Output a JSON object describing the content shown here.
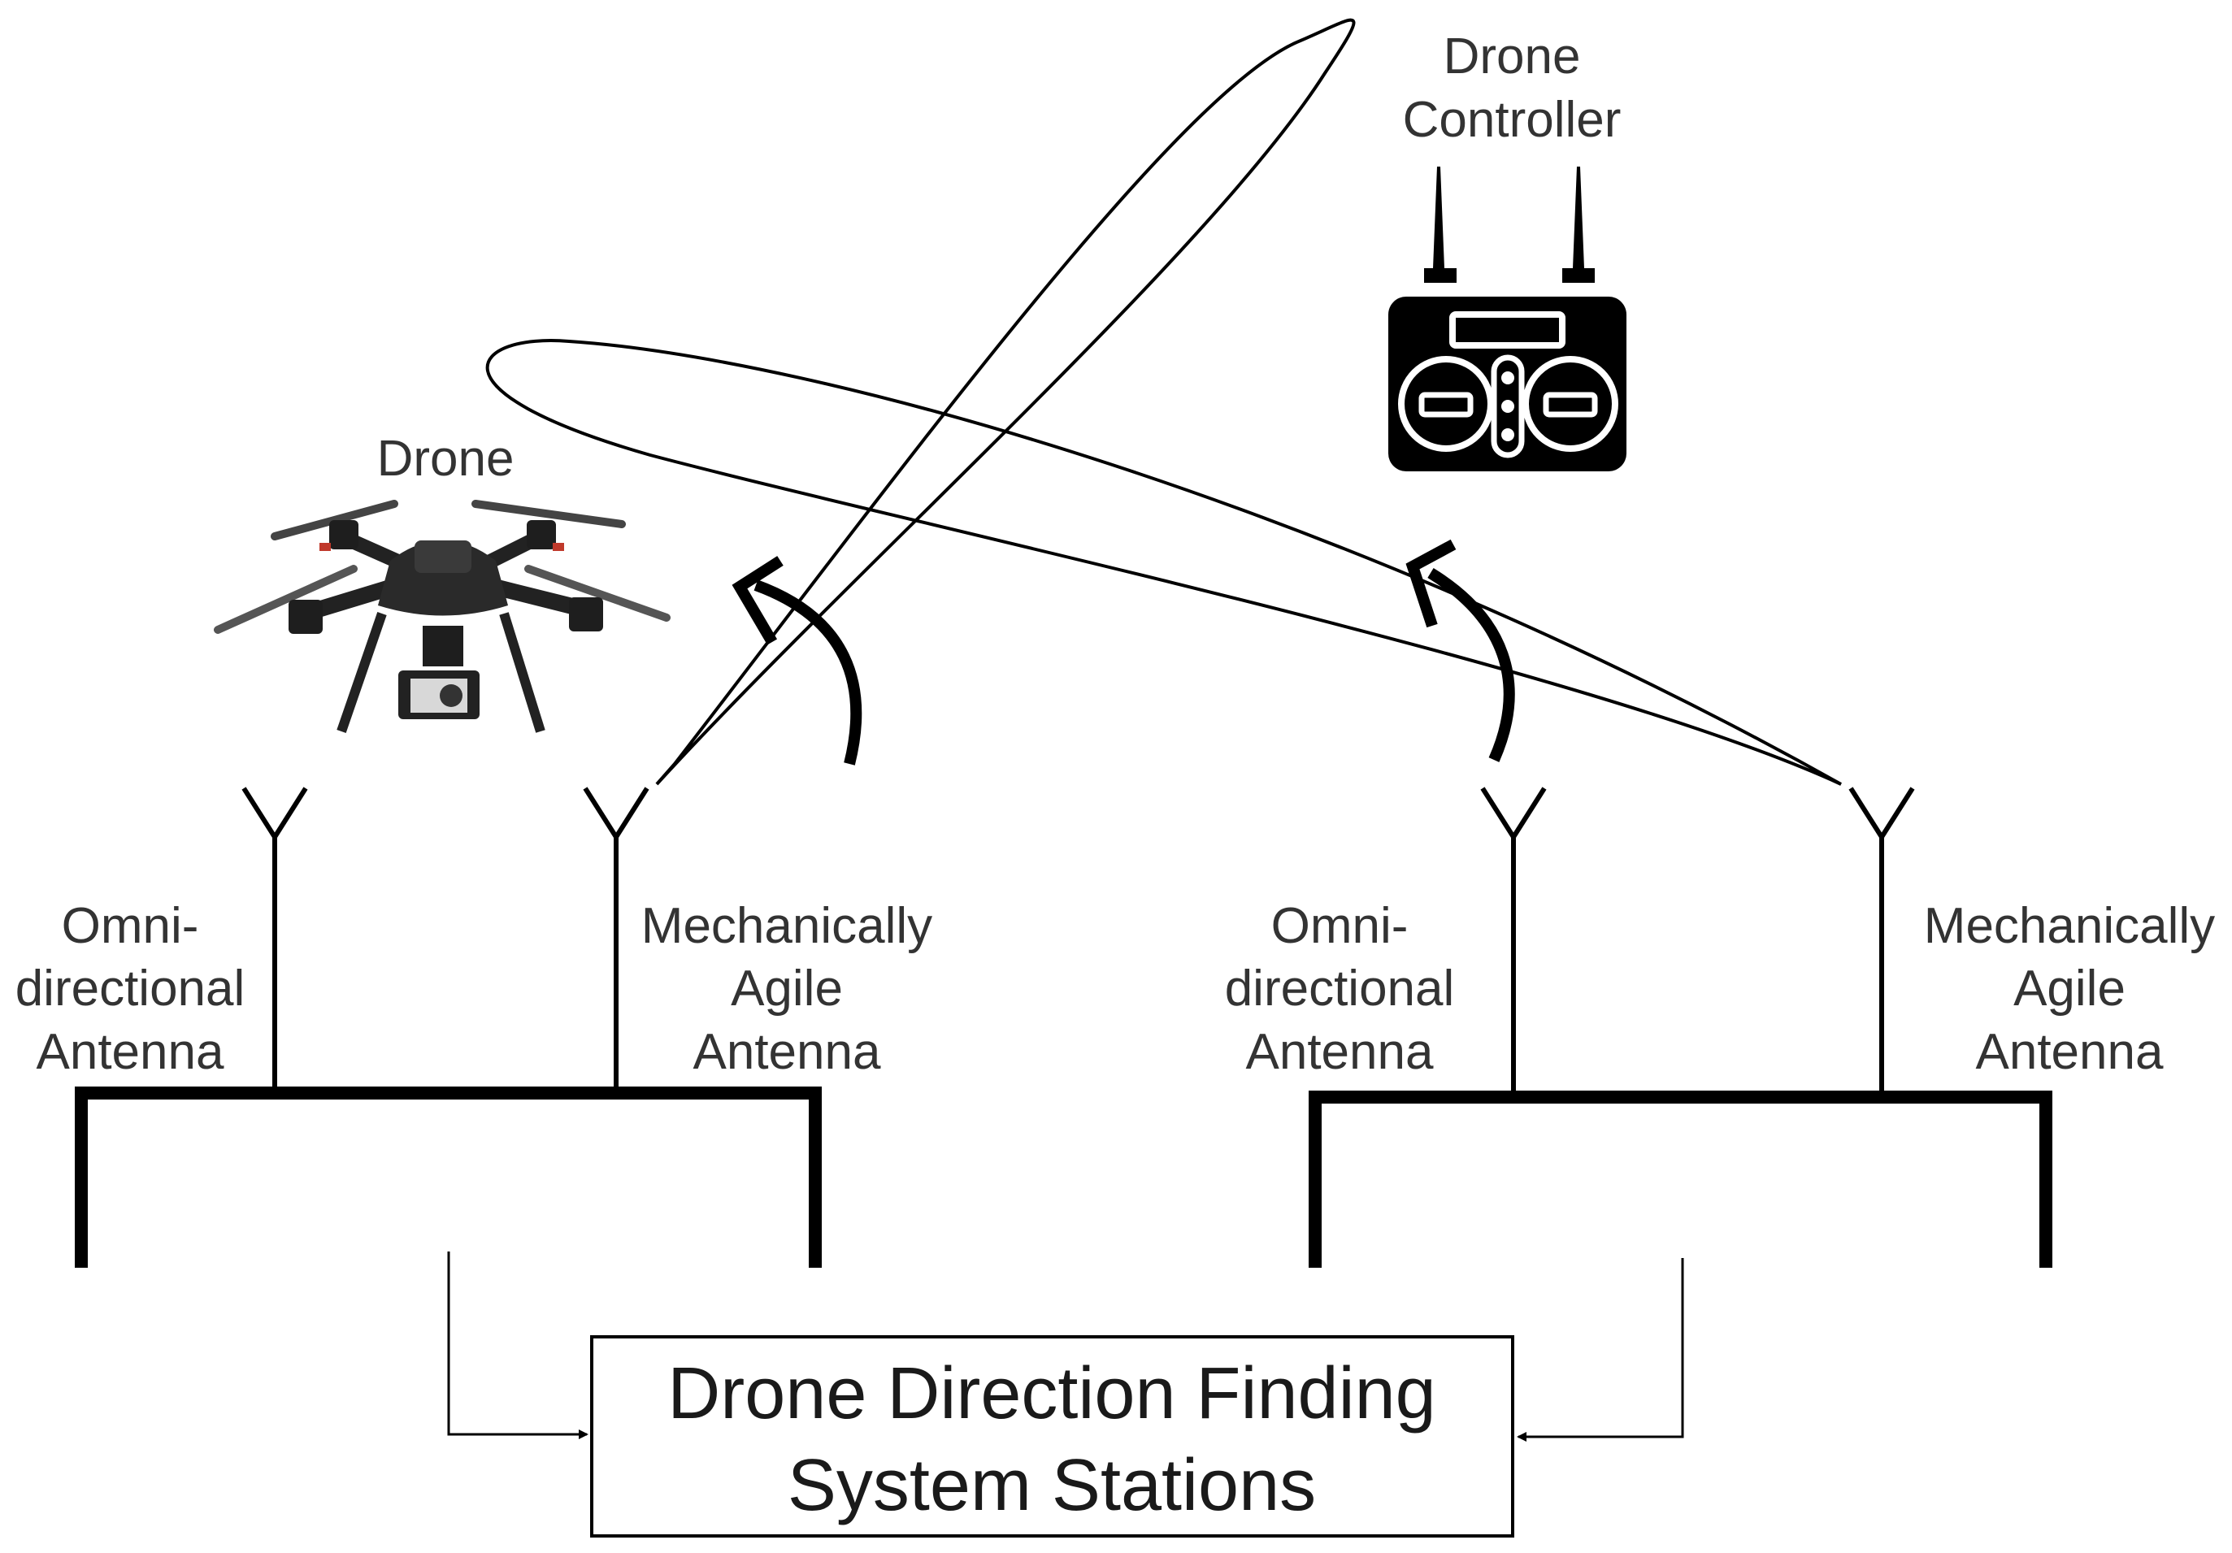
{
  "labels": {
    "drone": "Drone",
    "controller_line1": "Drone",
    "controller_line2": "Controller",
    "left_omni": [
      "Omni-",
      "directional",
      "Antenna"
    ],
    "left_agile": [
      "Mechanically",
      "Agile",
      "Antenna"
    ],
    "right_omni": [
      "Omni-",
      "directional",
      "Antenna"
    ],
    "right_agile": [
      "Mechanically",
      "Agile",
      "Antenna"
    ],
    "system_line1": "Drone Direction Finding",
    "system_line2": "System Stations"
  },
  "icons": {
    "drone": "quadcopter-drone-icon",
    "controller": "remote-controller-icon",
    "antenna": "antenna-icon",
    "rotation": "curved-arrow-icon"
  },
  "colors": {
    "stroke": "#000000",
    "text": "#333333",
    "background": "#ffffff"
  }
}
